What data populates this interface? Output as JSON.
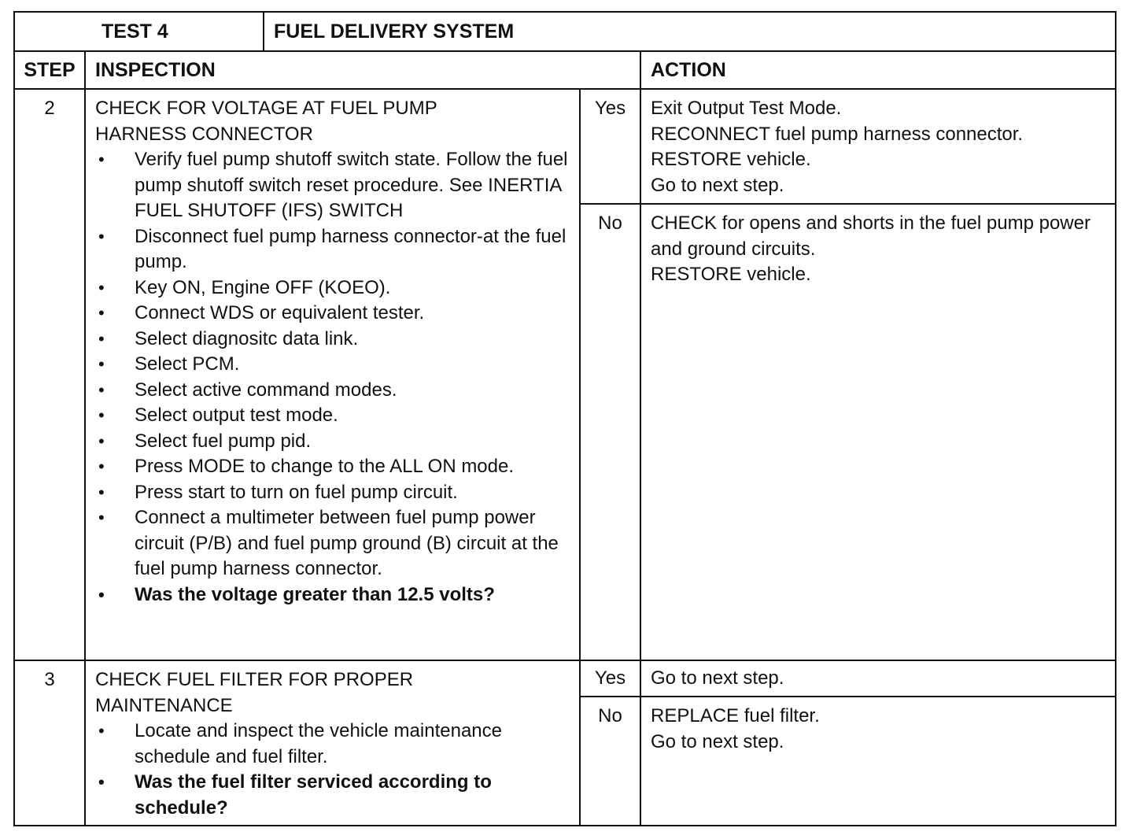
{
  "header": {
    "test_label": "TEST 4",
    "test_title": "FUEL DELIVERY SYSTEM"
  },
  "columns": {
    "step": "STEP",
    "inspection": "INSPECTION",
    "action": "ACTION"
  },
  "step2": {
    "number": "2",
    "title_line1": "CHECK FOR VOLTAGE AT FUEL PUMP",
    "title_line2": "HARNESS CONNECTOR",
    "items": [
      "Verify fuel pump shutoff switch state. Follow the fuel pump shutoff switch reset procedure. See INERTIA FUEL SHUTOFF (IFS) SWITCH",
      "Disconnect fuel pump harness connector-at the fuel pump.",
      "Key ON, Engine OFF (KOEO).",
      "Connect WDS or equivalent tester.",
      "Select diagnositc data link.",
      "Select PCM.",
      "Select active command modes.",
      "Select output test mode.",
      "Select fuel pump pid.",
      "Press MODE to change to the ALL ON mode.",
      "Press start to turn on fuel pump circuit.",
      "Connect a multimeter between fuel pump power circuit (P/B) and fuel pump ground (B) circuit at the fuel pump harness connector.",
      "Was the voltage greater than 12.5 volts?"
    ],
    "yes_label": "Yes",
    "yes_actions": [
      "Exit Output Test Mode.",
      "RECONNECT fuel pump harness connector.",
      "RESTORE vehicle.",
      "Go to next step."
    ],
    "no_label": "No",
    "no_actions": [
      "CHECK for opens and shorts in the fuel pump power and ground circuits.",
      "RESTORE vehicle."
    ]
  },
  "step3": {
    "number": "3",
    "title_line1": "CHECK FUEL FILTER FOR PROPER",
    "title_line2": "MAINTENANCE",
    "items": [
      "Locate and inspect the vehicle maintenance schedule and fuel filter.",
      "Was the fuel filter serviced according to schedule?"
    ],
    "yes_label": "Yes",
    "yes_actions": [
      "Go to next step."
    ],
    "no_label": "No",
    "no_actions": [
      "REPLACE fuel filter.",
      "Go to next step."
    ]
  }
}
